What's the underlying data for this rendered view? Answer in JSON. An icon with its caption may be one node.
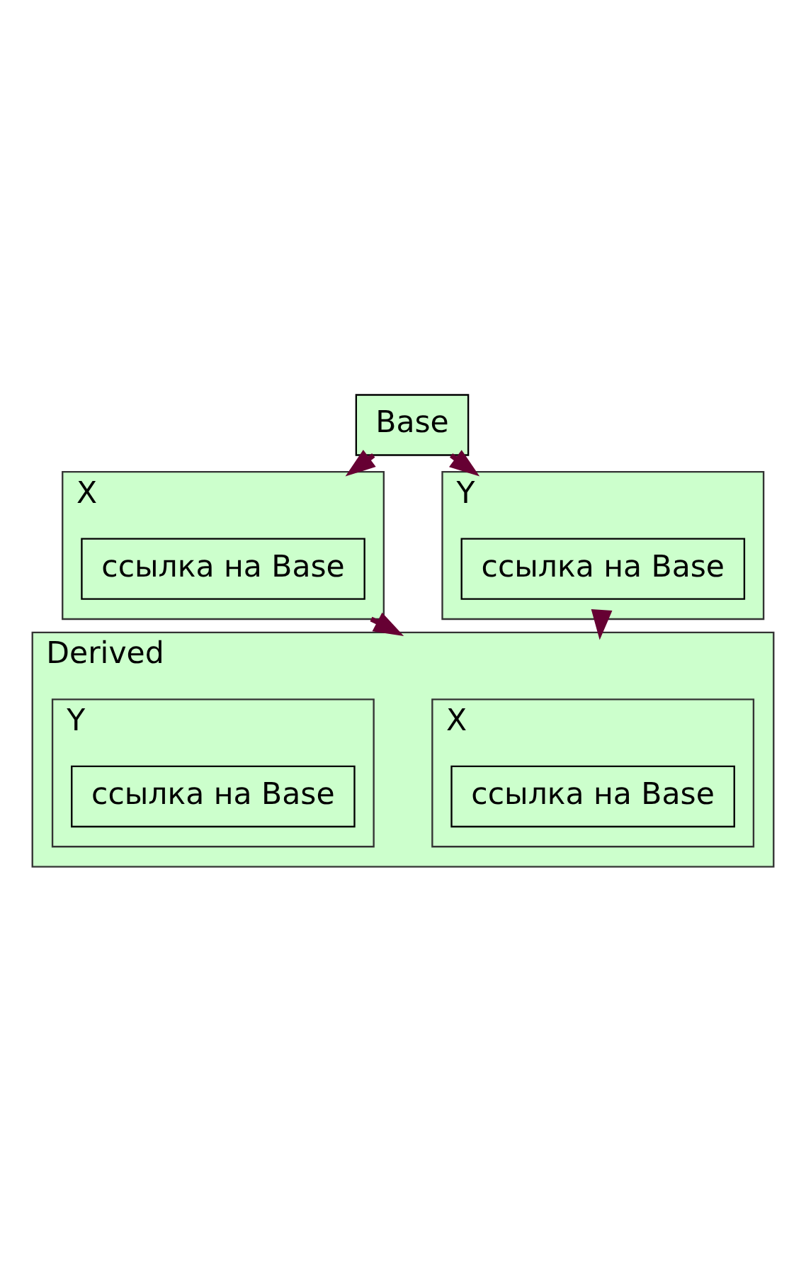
{
  "diagram": {
    "nodes": [
      {
        "text": [
          "Base"
        ]
      },
      {
        "text": [
          "X"
        ]
      },
      {
        "text": [
          "ссылка на Base"
        ],
        "in": 1
      },
      {
        "text": [
          "Y"
        ]
      },
      {
        "text": [
          "ссылка на Base"
        ],
        "in": 3
      },
      {
        "text": [
          "Derived"
        ]
      },
      {
        "text": [
          "X"
        ],
        "in": 5
      },
      {
        "text": [
          "ссылка на Base"
        ],
        "in": 6
      },
      {
        "text": [
          "Y"
        ],
        "in": 5
      },
      {
        "text": [
          "ссылка на Base"
        ],
        "in": 8
      }
    ],
    "edges": [
      {
        "from": 0,
        "to": 1,
        "arrow": "to"
      },
      {
        "from": 0,
        "to": 3,
        "arrow": "to"
      },
      {
        "from": 1,
        "to": 5,
        "arrow": "to"
      },
      {
        "from": 3,
        "to": 5,
        "arrow": "to"
      }
    ]
  }
}
